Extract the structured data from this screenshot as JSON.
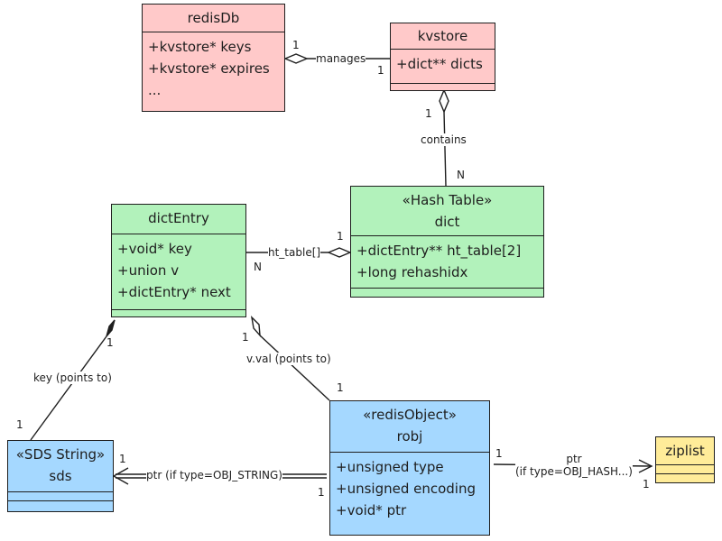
{
  "classes": {
    "redisDb": {
      "name": "redisDb",
      "attrs": [
        "+kvstore* keys",
        "+kvstore* expires",
        "..."
      ]
    },
    "kvstore": {
      "name": "kvstore",
      "attrs": [
        "+dict** dicts"
      ]
    },
    "dict": {
      "stereotype": "«Hash Table»",
      "name": "dict",
      "attrs": [
        "+dictEntry** ht_table[2]",
        "+long rehashidx"
      ]
    },
    "dictEntry": {
      "name": "dictEntry",
      "attrs": [
        "+void* key",
        "+union v",
        "+dictEntry* next"
      ]
    },
    "robj": {
      "stereotype": "«redisObject»",
      "name": "robj",
      "attrs": [
        "+unsigned type",
        "+unsigned encoding",
        "+void* ptr"
      ]
    },
    "sds": {
      "stereotype": "«SDS String»",
      "name": "sds",
      "attrs": []
    },
    "ziplist": {
      "name": "ziplist",
      "attrs": []
    }
  },
  "relations": {
    "manages": {
      "label": "manages",
      "from_mult": "1",
      "to_mult": "1"
    },
    "contains": {
      "label": "contains",
      "from_mult": "1",
      "to_mult": "N"
    },
    "ht_table": {
      "label": "ht_table[]",
      "from_mult": "1",
      "to_mult": "N"
    },
    "vval": {
      "label": "v.val (points to)",
      "from_mult": "1",
      "to_mult": "1"
    },
    "key": {
      "label": "key (points to)",
      "from_mult": "1",
      "to_mult": "1"
    },
    "ptr_string": {
      "label": "ptr (if type=OBJ_STRING)",
      "from_mult": "1",
      "to_mult": "1"
    },
    "ptr_hash": {
      "label_line1": "ptr",
      "label_line2": "(if type=OBJ_HASH...)",
      "from_mult": "1",
      "to_mult": "1"
    }
  },
  "colors": {
    "red_fill": "#ffc9c9",
    "green_fill": "#b2f2bb",
    "blue_fill": "#a5d8ff",
    "yellow_fill": "#ffec99",
    "stroke": "#1e1e1e"
  }
}
